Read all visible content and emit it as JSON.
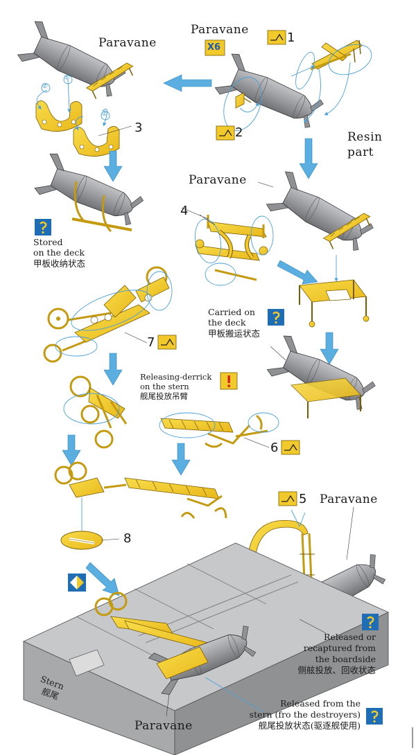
{
  "labels": {
    "paravane_top_left": "Paravane",
    "paravane_top_center": "Paravane",
    "x6": "X6",
    "step1": "1",
    "step2": "2",
    "step3": "3",
    "step4": "4",
    "step5": "5",
    "step6": "6",
    "step7": "7",
    "step8": "8",
    "resin_line1": "Resin",
    "resin_line2": "part",
    "paravane_mid": "Paravane",
    "stored_line1": "Stored",
    "stored_line2": "on the deck",
    "stored_cn": "甲板收纳状态",
    "carried_line1": "Carried on",
    "carried_line2": "the deck",
    "carried_cn": "甲板搬运状态",
    "releasing_line1": "Releasing-derrick",
    "releasing_line2": "on the stern",
    "releasing_cn": "舰尾投放吊臂",
    "paravane_right": "Paravane",
    "released_side_line1": "Released or",
    "released_side_line2": "recaptured from",
    "released_side_line3": "the boardside",
    "released_side_cn": "侧舷投放、回收状态",
    "stern_en": "Stern",
    "stern_cn": "舰尾",
    "released_stern_line1": "Released from the",
    "released_stern_line2": "stern (fro the destroyers)",
    "released_stern_cn": "舰尾投放状态(驱逐舰使用)",
    "paravane_bottom": "Paravane",
    "circle1": "①",
    "circle2a": "②",
    "circle2b": "②"
  },
  "colors": {
    "brass": "#f2c92a",
    "arrow": "#5aaee0",
    "body_gray": "#9a9ca0",
    "deck_gray": "#bfc0c2",
    "hull_gray": "#9fa1a3"
  },
  "icons": {
    "pe_part": "photo-etch-part-icon",
    "info": "info-question-icon",
    "caution": "caution-exclamation-icon",
    "direction": "direction-diamond-icon"
  }
}
